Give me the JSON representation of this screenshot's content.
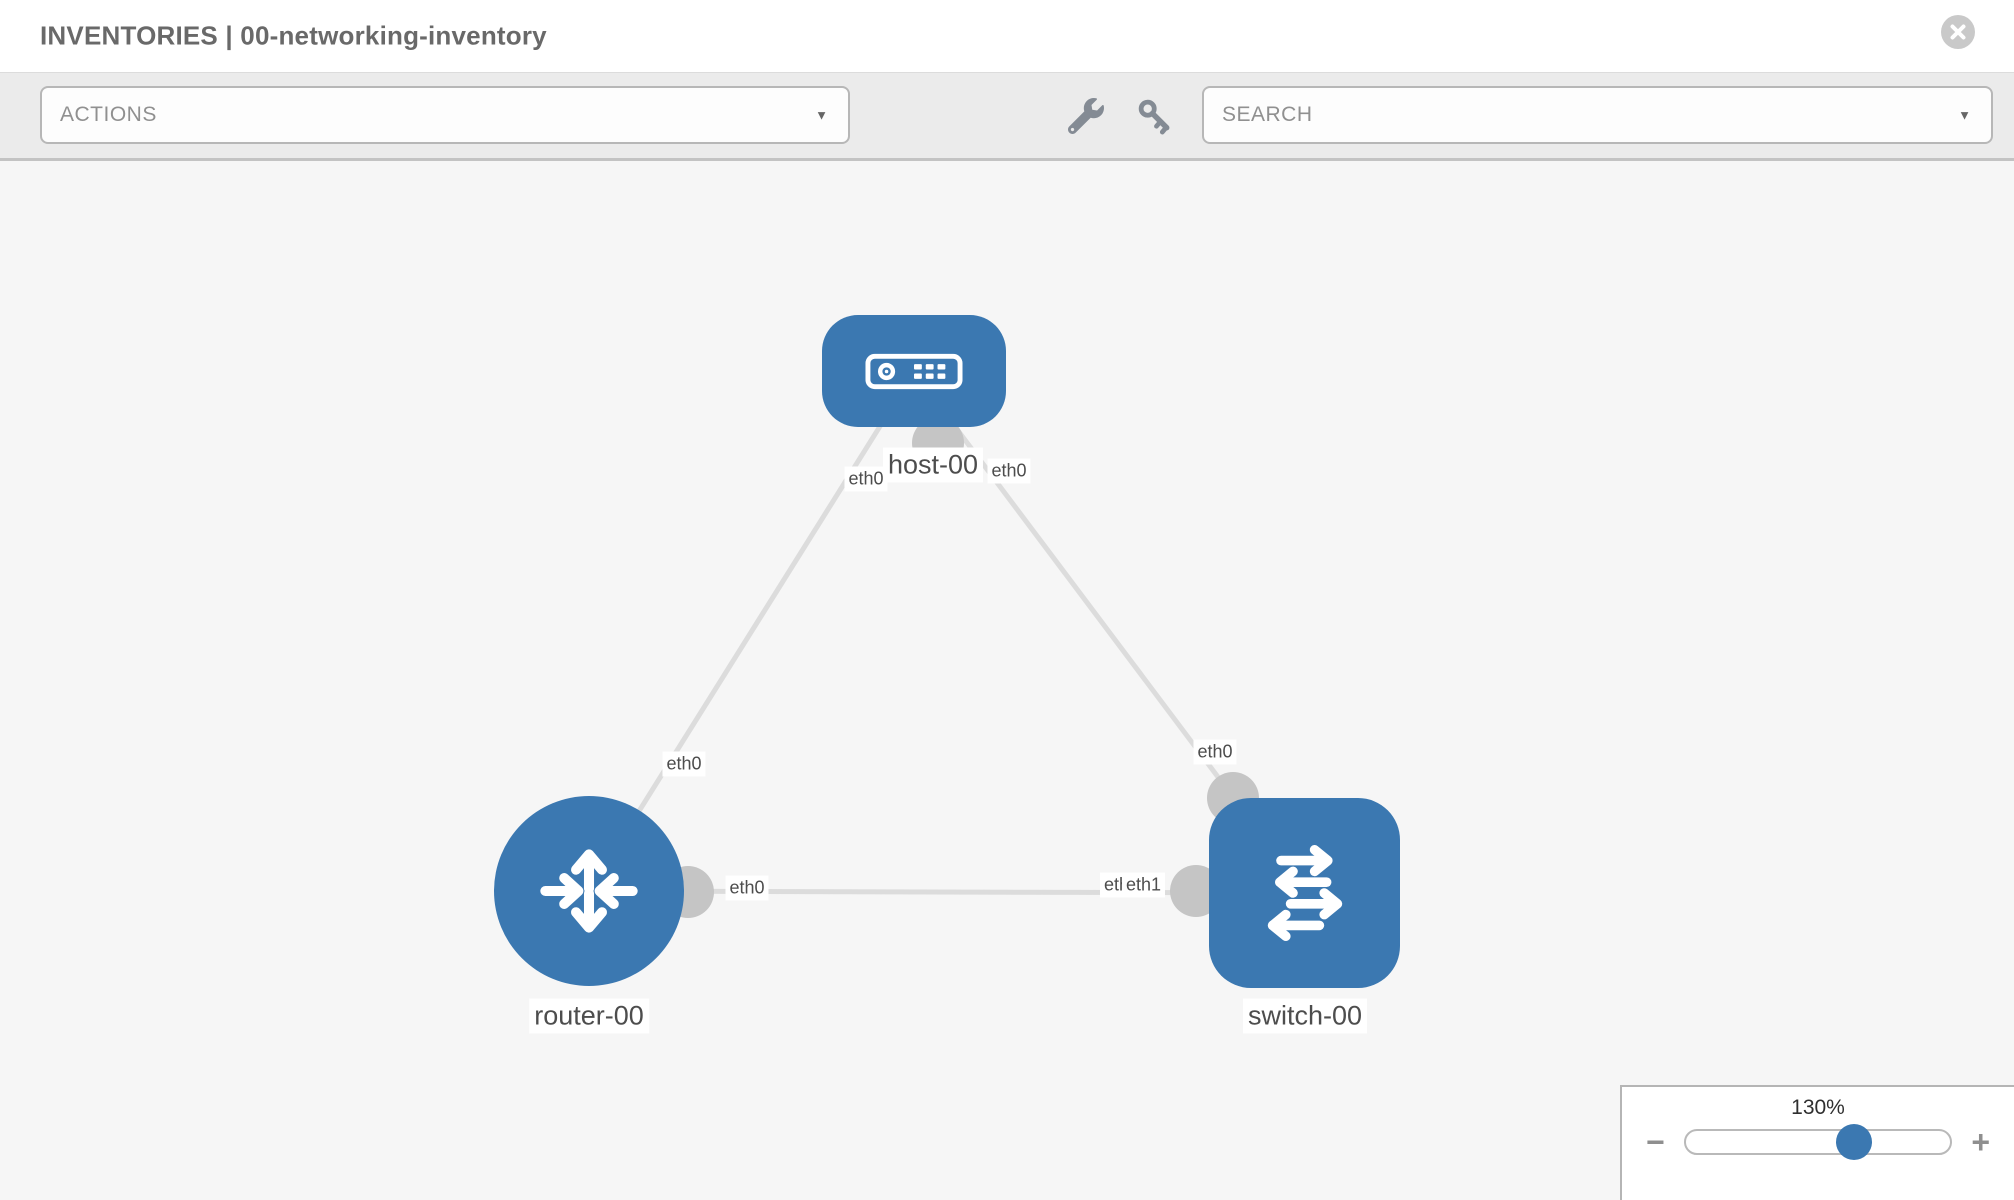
{
  "header": {
    "title": "INVENTORIES | 00-networking-inventory"
  },
  "toolbar": {
    "actions_label": "ACTIONS",
    "search_label": "SEARCH"
  },
  "icons": {
    "caret_down": "▼",
    "minus": "−",
    "plus": "+"
  },
  "topology": {
    "nodes": [
      {
        "id": "host-00",
        "type": "host",
        "label": "host-00"
      },
      {
        "id": "router-00",
        "type": "router",
        "label": "router-00"
      },
      {
        "id": "switch-00",
        "type": "switch",
        "label": "switch-00"
      }
    ],
    "edges": [
      {
        "from": "host-00",
        "to": "router-00",
        "from_label": "eth0",
        "to_label": "eth0"
      },
      {
        "from": "host-00",
        "to": "switch-00",
        "from_label": "eth0",
        "to_label": "eth0"
      },
      {
        "from": "router-00",
        "to": "switch-00",
        "from_label": "eth0",
        "to_labels": [
          "eth1",
          "eth1"
        ]
      }
    ]
  },
  "zoom_control": {
    "percent": "130%"
  },
  "colors": {
    "node_blue": "#3b78b1",
    "edge_gray": "#dcdcdc",
    "connector_gray": "#c5c5c5",
    "toolbar_gray": "#ebebeb"
  }
}
